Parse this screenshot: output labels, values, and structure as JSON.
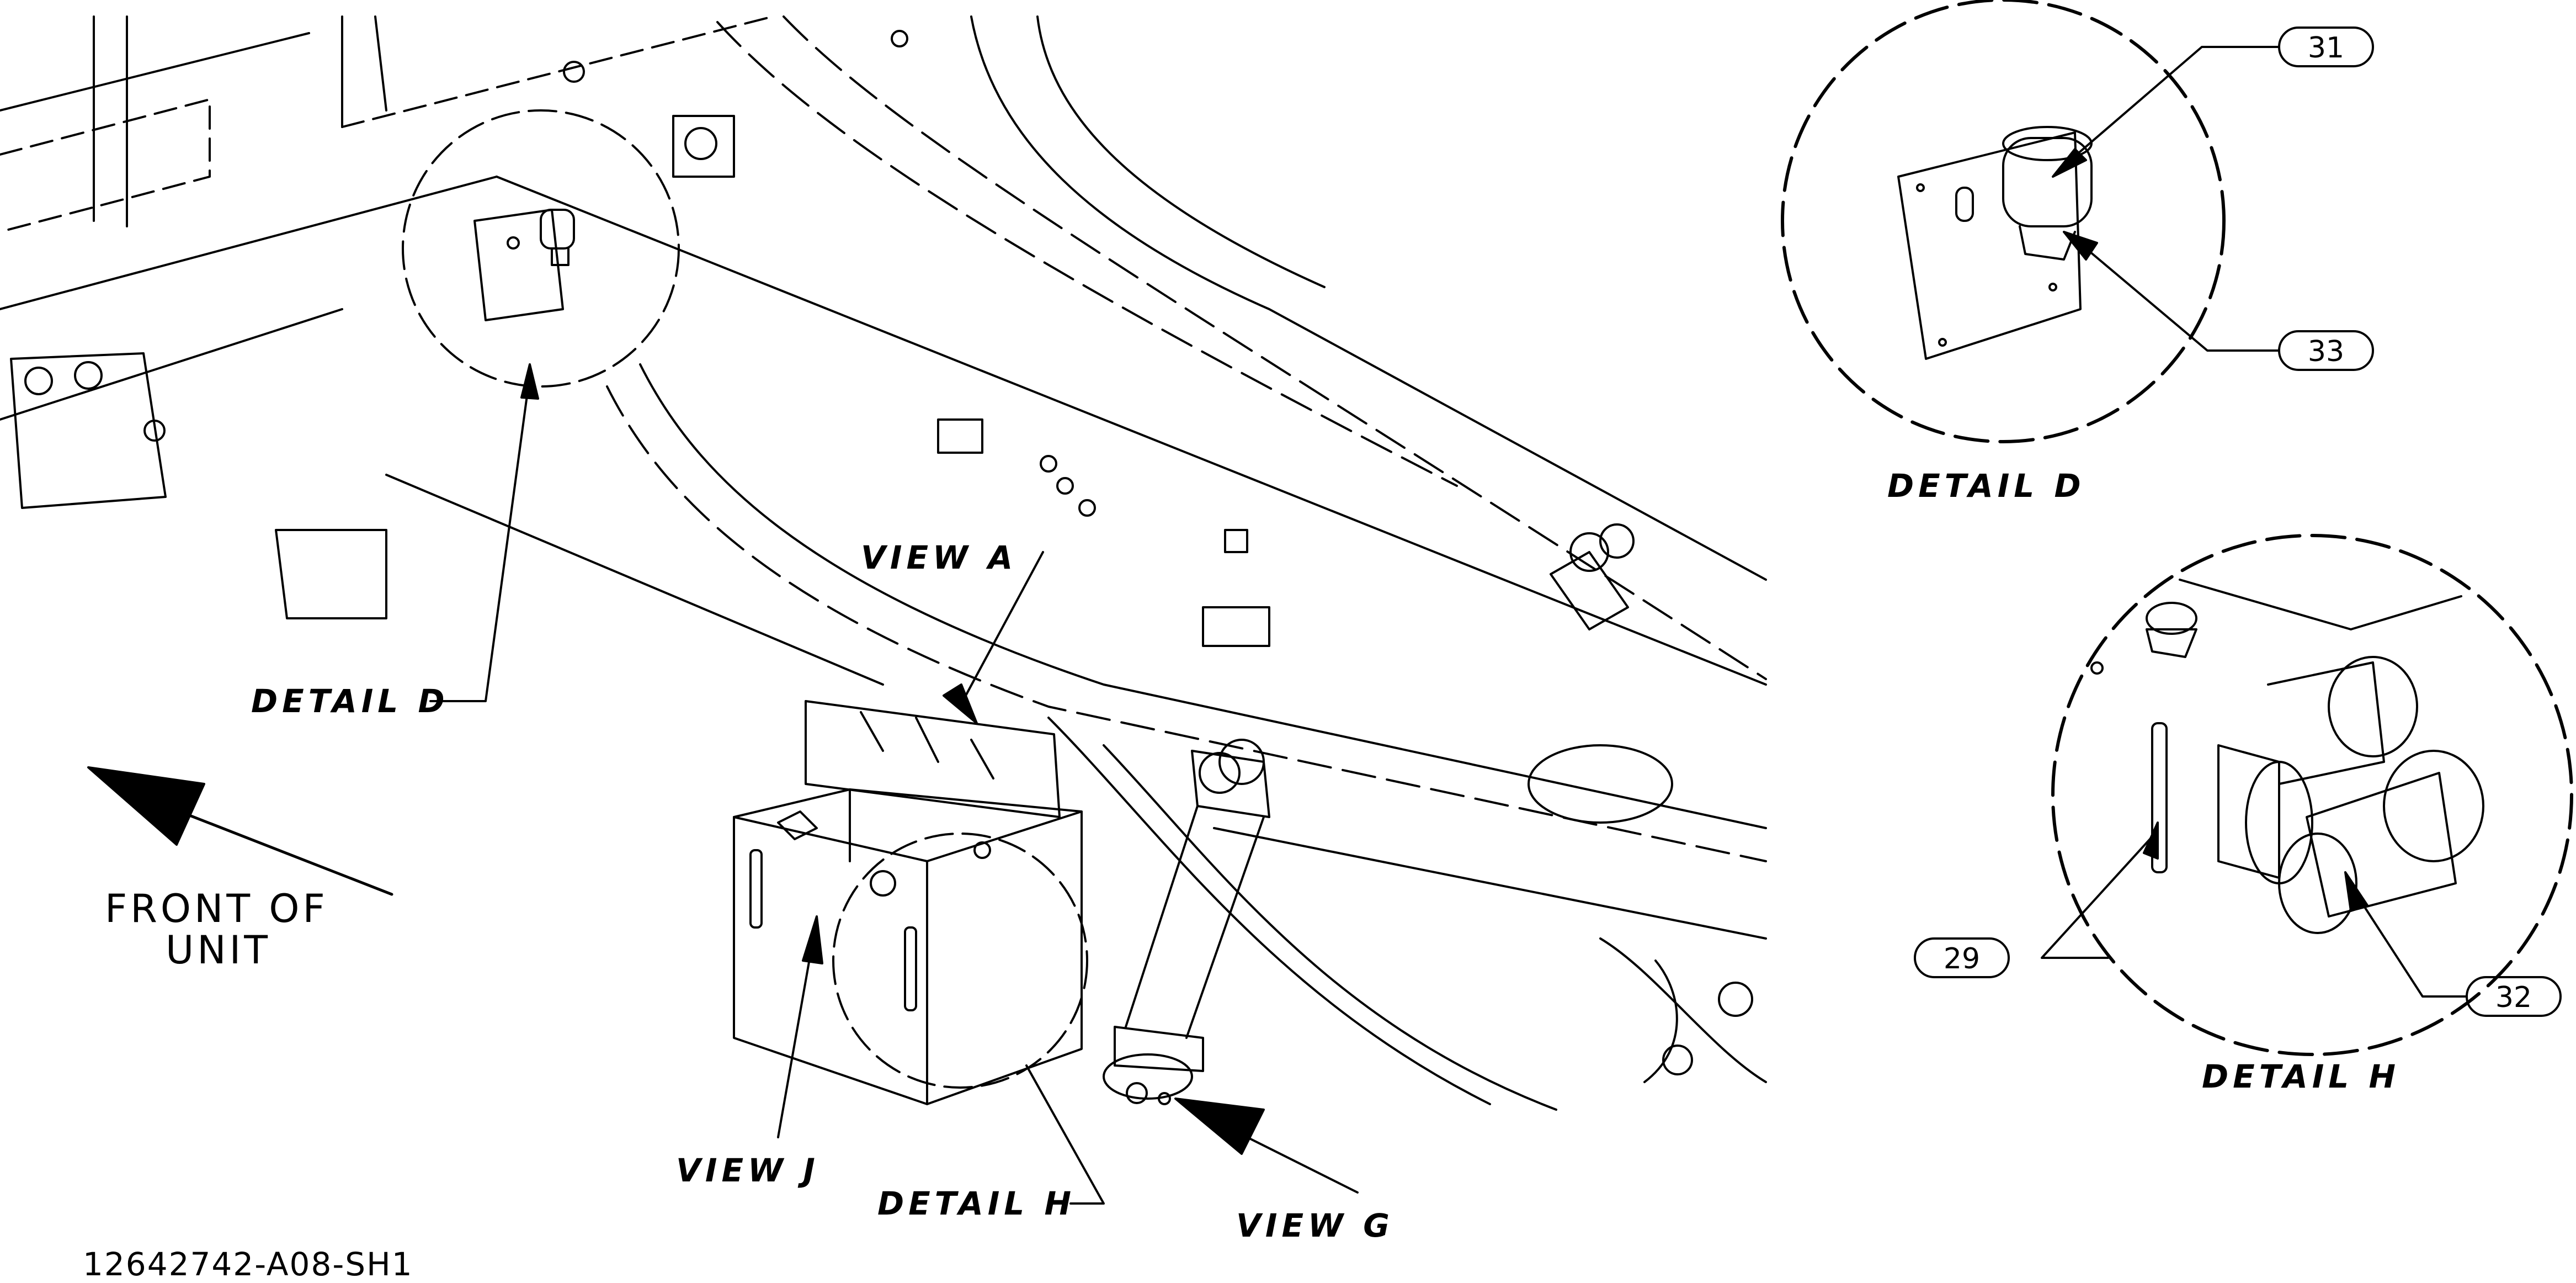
{
  "labels": {
    "view_a": "VIEW A",
    "view_j": "VIEW J",
    "view_g": "VIEW G",
    "detail_d_main": "DETAIL D",
    "detail_h_main": "DETAIL H",
    "detail_d_title": "DETAIL D",
    "detail_h_title": "DETAIL H",
    "front_line1": "FRONT OF",
    "front_line2": "UNIT",
    "drawing_number": "12642742-A08-SH1"
  },
  "callouts": {
    "c31": "31",
    "c33": "33",
    "c29": "29",
    "c32": "32"
  },
  "colors": {
    "ink": "#000000",
    "paper": "#ffffff"
  }
}
